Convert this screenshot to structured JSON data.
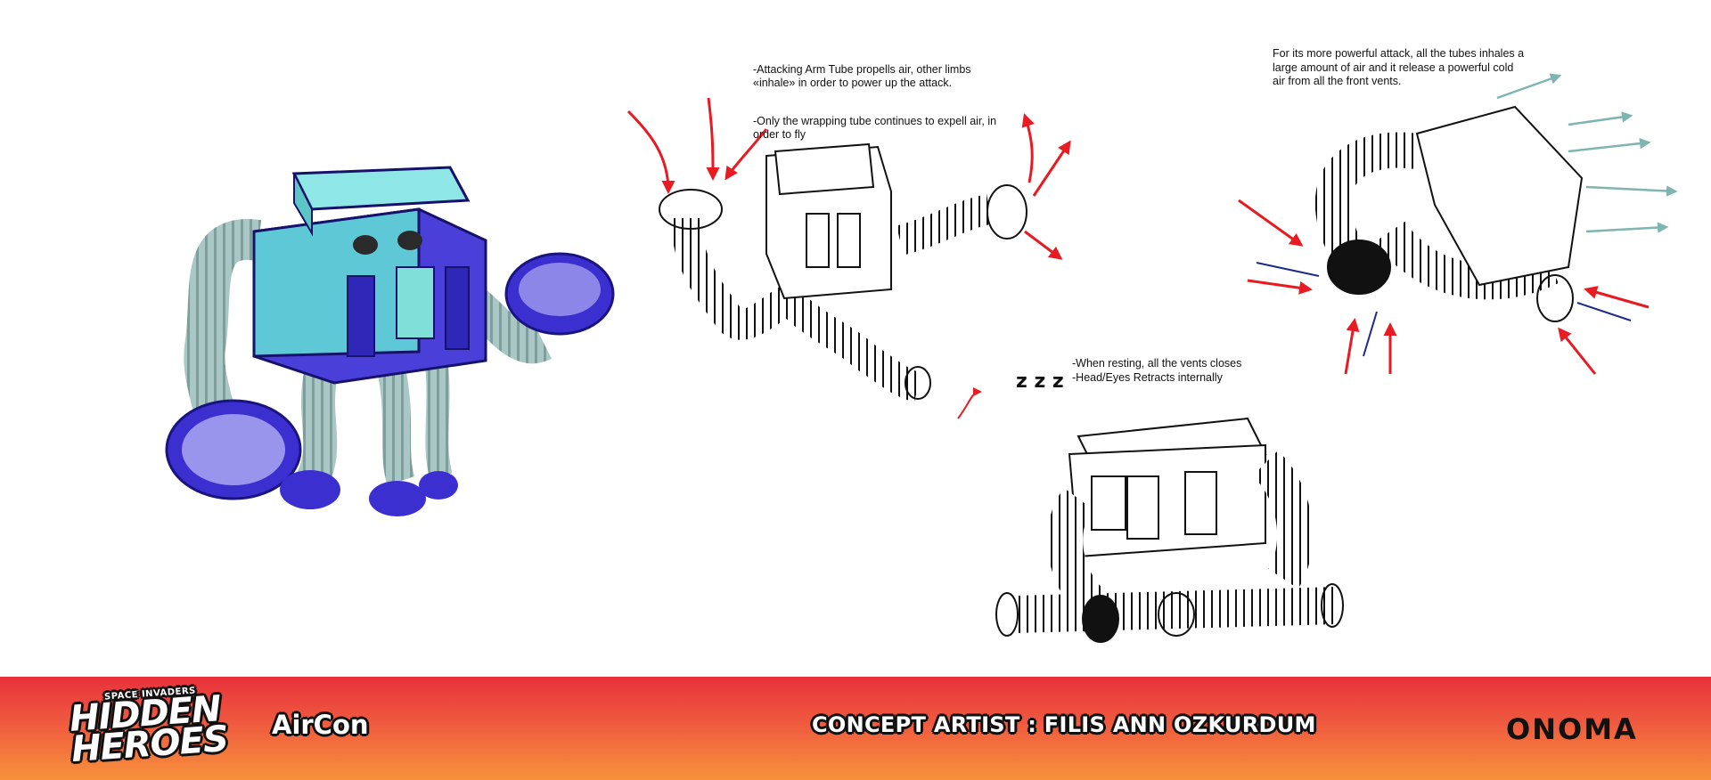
{
  "notes": {
    "attack_1": "-Attacking Arm Tube propells air, other limbs\n«inhale» in order to power up the attack.",
    "attack_2": "-Only the wrapping tube continues to expell air, in\norder to fly",
    "powerful": "For its more powerful attack, all the tubes inhales a\nlarge amount of air and it release a powerful cold\nair from all the front vents.",
    "resting": "-When resting, all the vents closes\n-Head/Eyes Retracts internally"
  },
  "banner": {
    "logo_top": "SPACE INVADERS",
    "logo_line1": "HIDDEN",
    "logo_line2": "HEROES",
    "character_name": "AirCon",
    "credit": "CONCEPT ARTIST : FILIS ANN OZKURDUM",
    "brand": "ONOMA"
  },
  "colors": {
    "banner_top": "#e8313c",
    "banner_bottom": "#f7923b",
    "robot_body": "#6fd3d3",
    "robot_tube": "#a9c7c4",
    "robot_accent": "#3b2fd0",
    "arrow_red": "#e81b23",
    "arrow_blue": "#1d2a8c",
    "air_teal": "#7fb5b0"
  }
}
